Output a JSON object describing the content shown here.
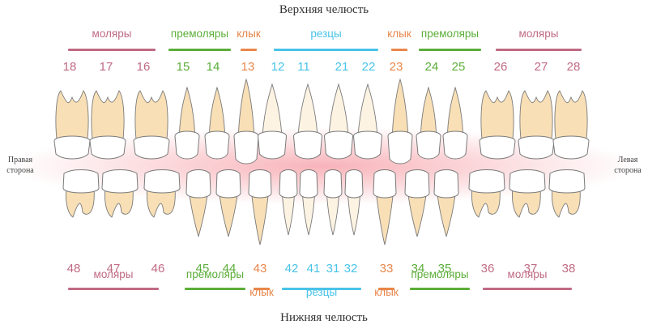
{
  "titles": {
    "upper_jaw": "Верхняя челюсть",
    "lower_jaw": "Нижняя челюсть",
    "right_side": [
      "Правая",
      "сторона"
    ],
    "left_side": [
      "Левая",
      "сторона"
    ]
  },
  "colors": {
    "molar": "#c06a84",
    "premolar": "#5cae3a",
    "canine": "#e8864a",
    "incisor": "#49c3e8",
    "tooth_crown": "#ffffff",
    "tooth_root": "#f8dfb6",
    "tooth_outline": "#7a7a7a",
    "gum_glow": "#f59aa2"
  },
  "upper_groups": [
    {
      "label": "моляры",
      "type": "molar"
    },
    {
      "label": "премоляры",
      "type": "premolar"
    },
    {
      "label": "клык",
      "type": "canine"
    },
    {
      "label": "резцы",
      "type": "incisor"
    },
    {
      "label": "клык",
      "type": "canine"
    },
    {
      "label": "премоляры",
      "type": "premolar"
    },
    {
      "label": "моляры",
      "type": "molar"
    }
  ],
  "lower_groups": [
    {
      "label": "моляры",
      "type": "molar"
    },
    {
      "label": "премоляры",
      "type": "premolar"
    },
    {
      "label": "клык",
      "type": "canine"
    },
    {
      "label": "резцы",
      "type": "incisor"
    },
    {
      "label": "клык",
      "type": "canine"
    },
    {
      "label": "премоляры",
      "type": "premolar"
    },
    {
      "label": "моляры",
      "type": "molar"
    }
  ],
  "upper_teeth": [
    {
      "number": "18",
      "type": "molar"
    },
    {
      "number": "17",
      "type": "molar"
    },
    {
      "number": "16",
      "type": "molar"
    },
    {
      "number": "15",
      "type": "premolar"
    },
    {
      "number": "14",
      "type": "premolar"
    },
    {
      "number": "13",
      "type": "canine"
    },
    {
      "number": "12",
      "type": "incisor"
    },
    {
      "number": "11",
      "type": "incisor"
    },
    {
      "number": "21",
      "type": "incisor"
    },
    {
      "number": "22",
      "type": "incisor"
    },
    {
      "number": "23",
      "type": "canine"
    },
    {
      "number": "24",
      "type": "premolar"
    },
    {
      "number": "25",
      "type": "premolar"
    },
    {
      "number": "26",
      "type": "molar"
    },
    {
      "number": "27",
      "type": "molar"
    },
    {
      "number": "28",
      "type": "molar"
    }
  ],
  "lower_teeth": [
    {
      "number": "48",
      "type": "molar"
    },
    {
      "number": "47",
      "type": "molar"
    },
    {
      "number": "46",
      "type": "molar"
    },
    {
      "number": "45",
      "type": "premolar"
    },
    {
      "number": "44",
      "type": "premolar"
    },
    {
      "number": "43",
      "type": "canine"
    },
    {
      "number": "42",
      "type": "incisor"
    },
    {
      "number": "41",
      "type": "incisor"
    },
    {
      "number": "31",
      "type": "incisor"
    },
    {
      "number": "32",
      "type": "incisor"
    },
    {
      "number": "33",
      "type": "canine"
    },
    {
      "number": "34",
      "type": "premolar"
    },
    {
      "number": "35",
      "type": "premolar"
    },
    {
      "number": "36",
      "type": "molar"
    },
    {
      "number": "37",
      "type": "molar"
    },
    {
      "number": "38",
      "type": "molar"
    }
  ]
}
